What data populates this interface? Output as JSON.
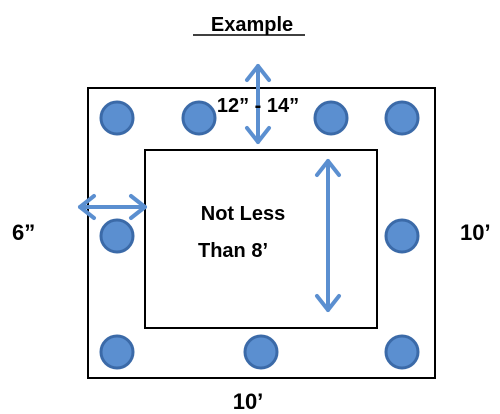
{
  "title": "Example",
  "labels": {
    "top_distance": "12” - 14”",
    "left_distance": "6”",
    "right_dimension": "10’",
    "bottom_dimension": "10’",
    "center_line1": "Not Less",
    "center_line2": "Than 8’"
  },
  "colors": {
    "post_fill": "#5b8fd0",
    "post_stroke": "#3b6aa8",
    "arrow": "#5b8fd0",
    "outline": "#000000"
  }
}
